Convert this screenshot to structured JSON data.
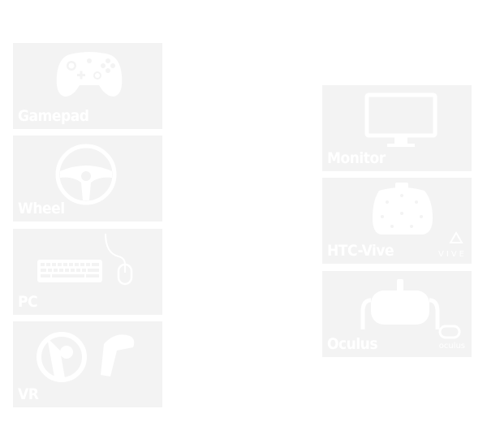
{
  "tiles": {
    "gamepad": {
      "label": "Gamepad",
      "icon": "gamepad-icon"
    },
    "wheel": {
      "label": "Wheel",
      "icon": "steering-wheel-icon"
    },
    "pc": {
      "label": "PC",
      "icon": "keyboard-mouse-icon"
    },
    "vr": {
      "label": "VR",
      "icon": "vr-controllers-icon"
    },
    "monitor": {
      "label": "Monitor",
      "icon": "monitor-icon"
    },
    "vive": {
      "label": "HTC-Vive",
      "icon": "htc-vive-headset-icon",
      "brand": "VIVE"
    },
    "oculus": {
      "label": "Oculus",
      "icon": "oculus-headset-icon",
      "brand": "oculus"
    }
  },
  "colors": {
    "tile_bg": "#f3f3f3",
    "foreground": "#ffffff",
    "page_bg": "#ffffff"
  }
}
